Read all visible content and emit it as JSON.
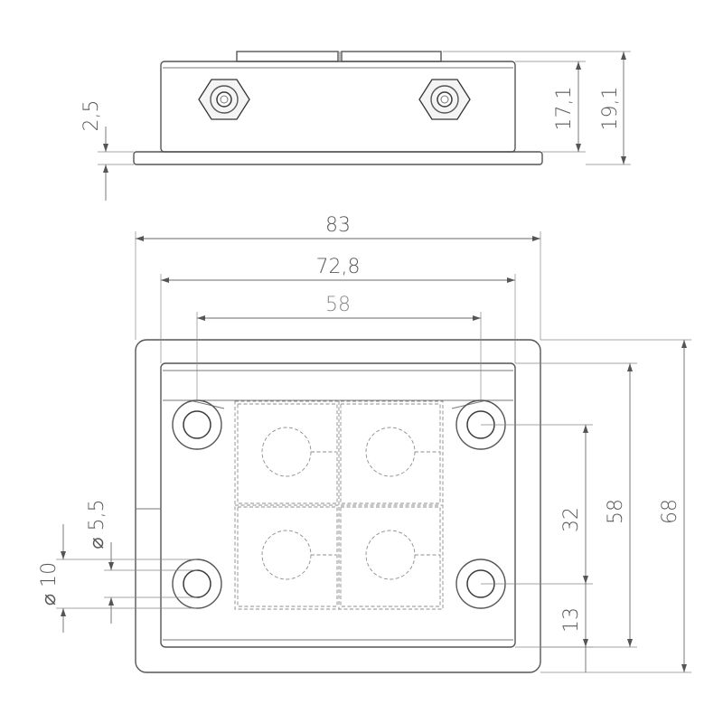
{
  "drawing": {
    "colors": {
      "line": "#555555",
      "text": "#5a5a5a",
      "muted_text": "#8a8a8a",
      "background": "#ffffff"
    },
    "side_view": {
      "thickness_label": "2,5",
      "body_height_label": "17,1",
      "total_height_label": "19,1"
    },
    "top_view": {
      "overall_width_label": "83",
      "inner_width_label": "72,8",
      "hole_spacing_label": "58",
      "overall_height_label": "68",
      "inner_height_label": "58",
      "hole_pitch_label": "32",
      "hole_offset_label": "13",
      "small_hole_label": "⌀ 5,5",
      "boss_label": "⌀ 10"
    }
  }
}
